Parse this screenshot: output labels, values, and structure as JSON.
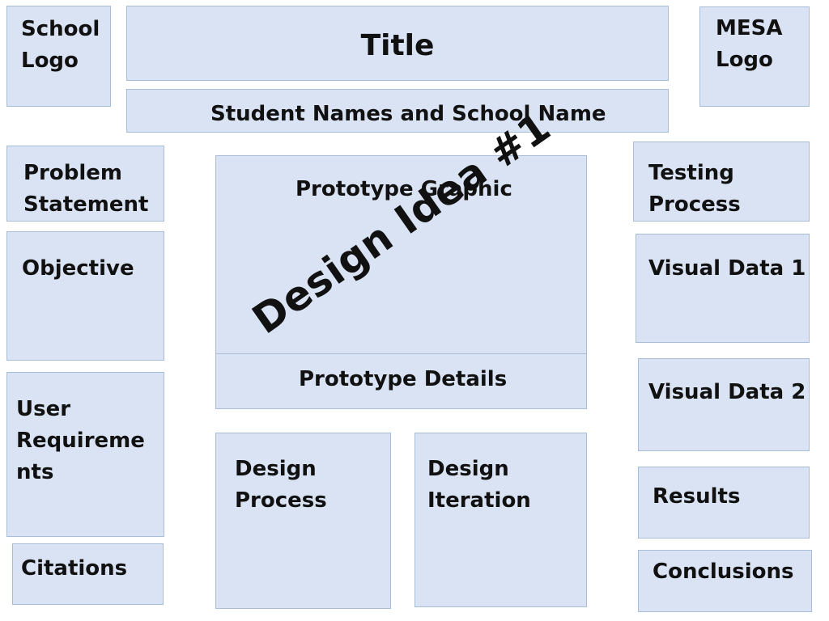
{
  "header": {
    "school_logo": "School\nLogo",
    "title": "Title",
    "mesa_logo": "MESA\nLogo",
    "names": "Student Names and School Name"
  },
  "left_column": {
    "problem_statement": "Problem\nStatement",
    "objective": "Objective",
    "user_requirements": "User\nRequireme\nnts",
    "citations": "Citations"
  },
  "center": {
    "prototype_graphic": "Prototype Graphic",
    "prototype_details": "Prototype Details",
    "design_process": "Design\nProcess",
    "design_iteration": "Design\nIteration",
    "watermark": "Design Idea #1"
  },
  "right_column": {
    "testing_process": "Testing\nProcess",
    "visual_data_1": "Visual Data 1",
    "visual_data_2": "Visual Data 2",
    "results": "Results",
    "conclusions": "Conclusions"
  },
  "colors": {
    "box_fill": "#dae3f3",
    "box_border": "#a9bcd8",
    "text": "#111111"
  }
}
